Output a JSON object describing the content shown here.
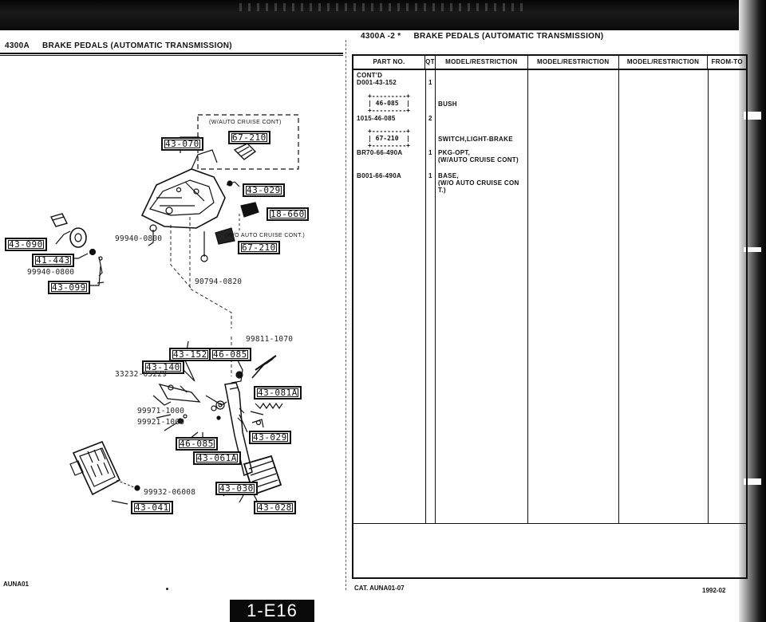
{
  "header": {
    "left_code": "4300A",
    "left_title": "BRAKE PEDALS (AUTOMATIC TRANSMISSION)",
    "right_code": "4300A -2 *",
    "right_title": "BRAKE PEDALS (AUTOMATIC TRANSMISSION)"
  },
  "diagram": {
    "boxes": {
      "b43_070": "43-070",
      "b67_210_top": "67-210",
      "b43_029_top": "43-029",
      "b18_660": "18-660",
      "b67_210_mid": "67-210",
      "b43_090": "43-090",
      "b41_443": "41-443",
      "b43_099": "43-099",
      "b43_152": "43-152",
      "b46_085_top": "46-085",
      "b43_140": "43-140",
      "b43_081a": "43-081A",
      "b46_085_bot": "46-085",
      "b43_029_bot": "43-029",
      "b43_061a": "43-061A",
      "b43_030": "43-030",
      "b43_041": "43-041",
      "b43_028": "43-028"
    },
    "labels": {
      "p99940_0800_a": "99940-0800",
      "p99940_0800_b": "99940-0800",
      "p90794_0820": "90794-0820",
      "p99811_1070": "99811-1070",
      "p33232_05229": "33232-05229",
      "p99971_1000": "99971-1000",
      "p99921_1000": "99921-1000",
      "p99932_06008": "99932-06008"
    },
    "notes": {
      "with_cruise": "(W/AUTO CRUISE CONT)",
      "without_cruise": "(W/O AUTO CRUISE CONT.)"
    }
  },
  "table": {
    "headers": [
      "PART NO.",
      "QTY",
      "MODEL/RESTRICTION",
      "MODEL/RESTRICTION",
      "MODEL/RESTRICTION",
      "FROM-TO"
    ],
    "rows": [
      {
        "part": "CONT'D",
        "qty": "",
        "desc1": "",
        "desc2": ""
      },
      {
        "part": "D001-43-152",
        "qty": "1",
        "desc1": "",
        "desc2": ""
      },
      {
        "part": "1015-46-085",
        "qty": "2",
        "desc1": "BUSH",
        "desc2": ""
      },
      {
        "part": "BR70-66-490A",
        "qty": "1",
        "desc1": "SWITCH,LIGHT-BRAKE",
        "desc2": ""
      },
      {
        "part": "",
        "qty": "",
        "desc1": "PKG-OPT,",
        "desc2": "(W/AUTO CRUISE CONT)"
      },
      {
        "part": "B001-66-490A",
        "qty": "1",
        "desc1": "BASE,",
        "desc2": "(W/O AUTO CRUISE CON"
      },
      {
        "part": "",
        "qty": "",
        "desc1": "T.)",
        "desc2": ""
      }
    ],
    "refs": [
      {
        "text": "46-085"
      },
      {
        "text": "67-210"
      }
    ]
  },
  "footer": {
    "left": "AUNA01",
    "catalog": "CAT. AUNA01-07",
    "year": "1992-02",
    "page": "1-E16"
  }
}
